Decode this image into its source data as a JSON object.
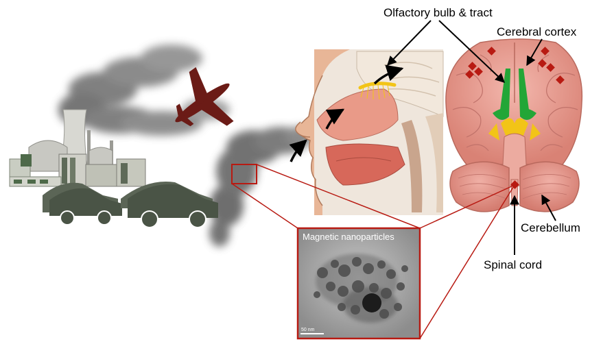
{
  "labels": {
    "olfactory": "Olfactory bulb & tract",
    "cortex": "Cerebral cortex",
    "cerebellum": "Cerebellum",
    "spinal": "Spinal cord"
  },
  "inset": {
    "title": "Magnetic nanoparticles",
    "scale_bar": "50 nm"
  },
  "colors": {
    "vehicle": "#4a5446",
    "airplane": "#6b1b16",
    "smoke": "#5a5a5a",
    "marker": "#b81a12",
    "olfactory_tract": "#23a637",
    "nerves": "#f2c417",
    "brain": "#e4948a"
  },
  "icons": [
    "power-plant-icon",
    "car-icon",
    "airplane-icon",
    "smoke-plume",
    "head-section-illustration",
    "brain-illustration",
    "tem-micrograph"
  ]
}
